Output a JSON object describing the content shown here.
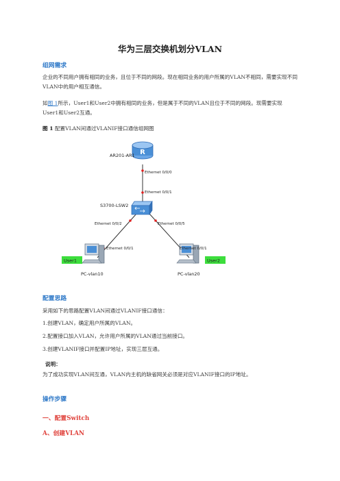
{
  "title": "华为三层交换机划分VLAN",
  "sections": {
    "requirements_heading": "组网需求",
    "requirements_p1": "企业的不同用户拥有相同的业务，且位于不同的网段。现在相同业务的用户所属的VLAN不相同，需要实现不同VLAN中的用户相互通信。",
    "requirements_p2_prefix": "如",
    "requirements_p2_link": "图 1",
    "requirements_p2_suffix": "所示，User1和User2中拥有相同的业务，但是属于不同的VLAN且位于不同的网段。现需要实现User1和User2互通。",
    "figure_label": "图 1",
    "figure_caption": " 配置VLAN间通过VLANIF接口通信组网图",
    "config_heading": "配置思路",
    "config_intro": "采用如下的思路配置VLAN间通过VLANIF接口通信：",
    "config_steps": [
      "1.创建VLAN，确定用户所属的VLAN。",
      "2.配置接口加入VLAN，允许用户所属的VLAN通过当前接口。",
      "3.创建VLANIF接口并配置IP地址，实现三层互通。"
    ],
    "note_label": "说明：",
    "note_text": "为了成功实现VLAN间互通，VLAN内主机的缺省网关必须是对应VLANIF接口的IP地址。",
    "steps_heading": "操作步骤",
    "step1_heading": "一、配置Switch",
    "step1_sub": "A、创建VLAN"
  },
  "diagram": {
    "router_name": "AR201-AR1",
    "router_port": "Ethernet 0/0/0",
    "switch_uplink_port": "Ethernet 0/0/1",
    "switch_name": "S3700-LSW2",
    "switch_port_left": "Ethernet 0/0/2",
    "switch_port_right": "Ethernet 0/0/5",
    "pc_left_port": "Ethernet 0/0/1",
    "pc_right_port": "Ethernet 0/0/1",
    "user1_label": "User1",
    "user2_label": "User2",
    "pc_left_name": "PC-vlan10",
    "pc_right_name": "PC-vlan20",
    "colors": {
      "user_badge": "#3dde3d",
      "link_dot": "#e02020",
      "device_blue": "#4a8fd6"
    }
  }
}
